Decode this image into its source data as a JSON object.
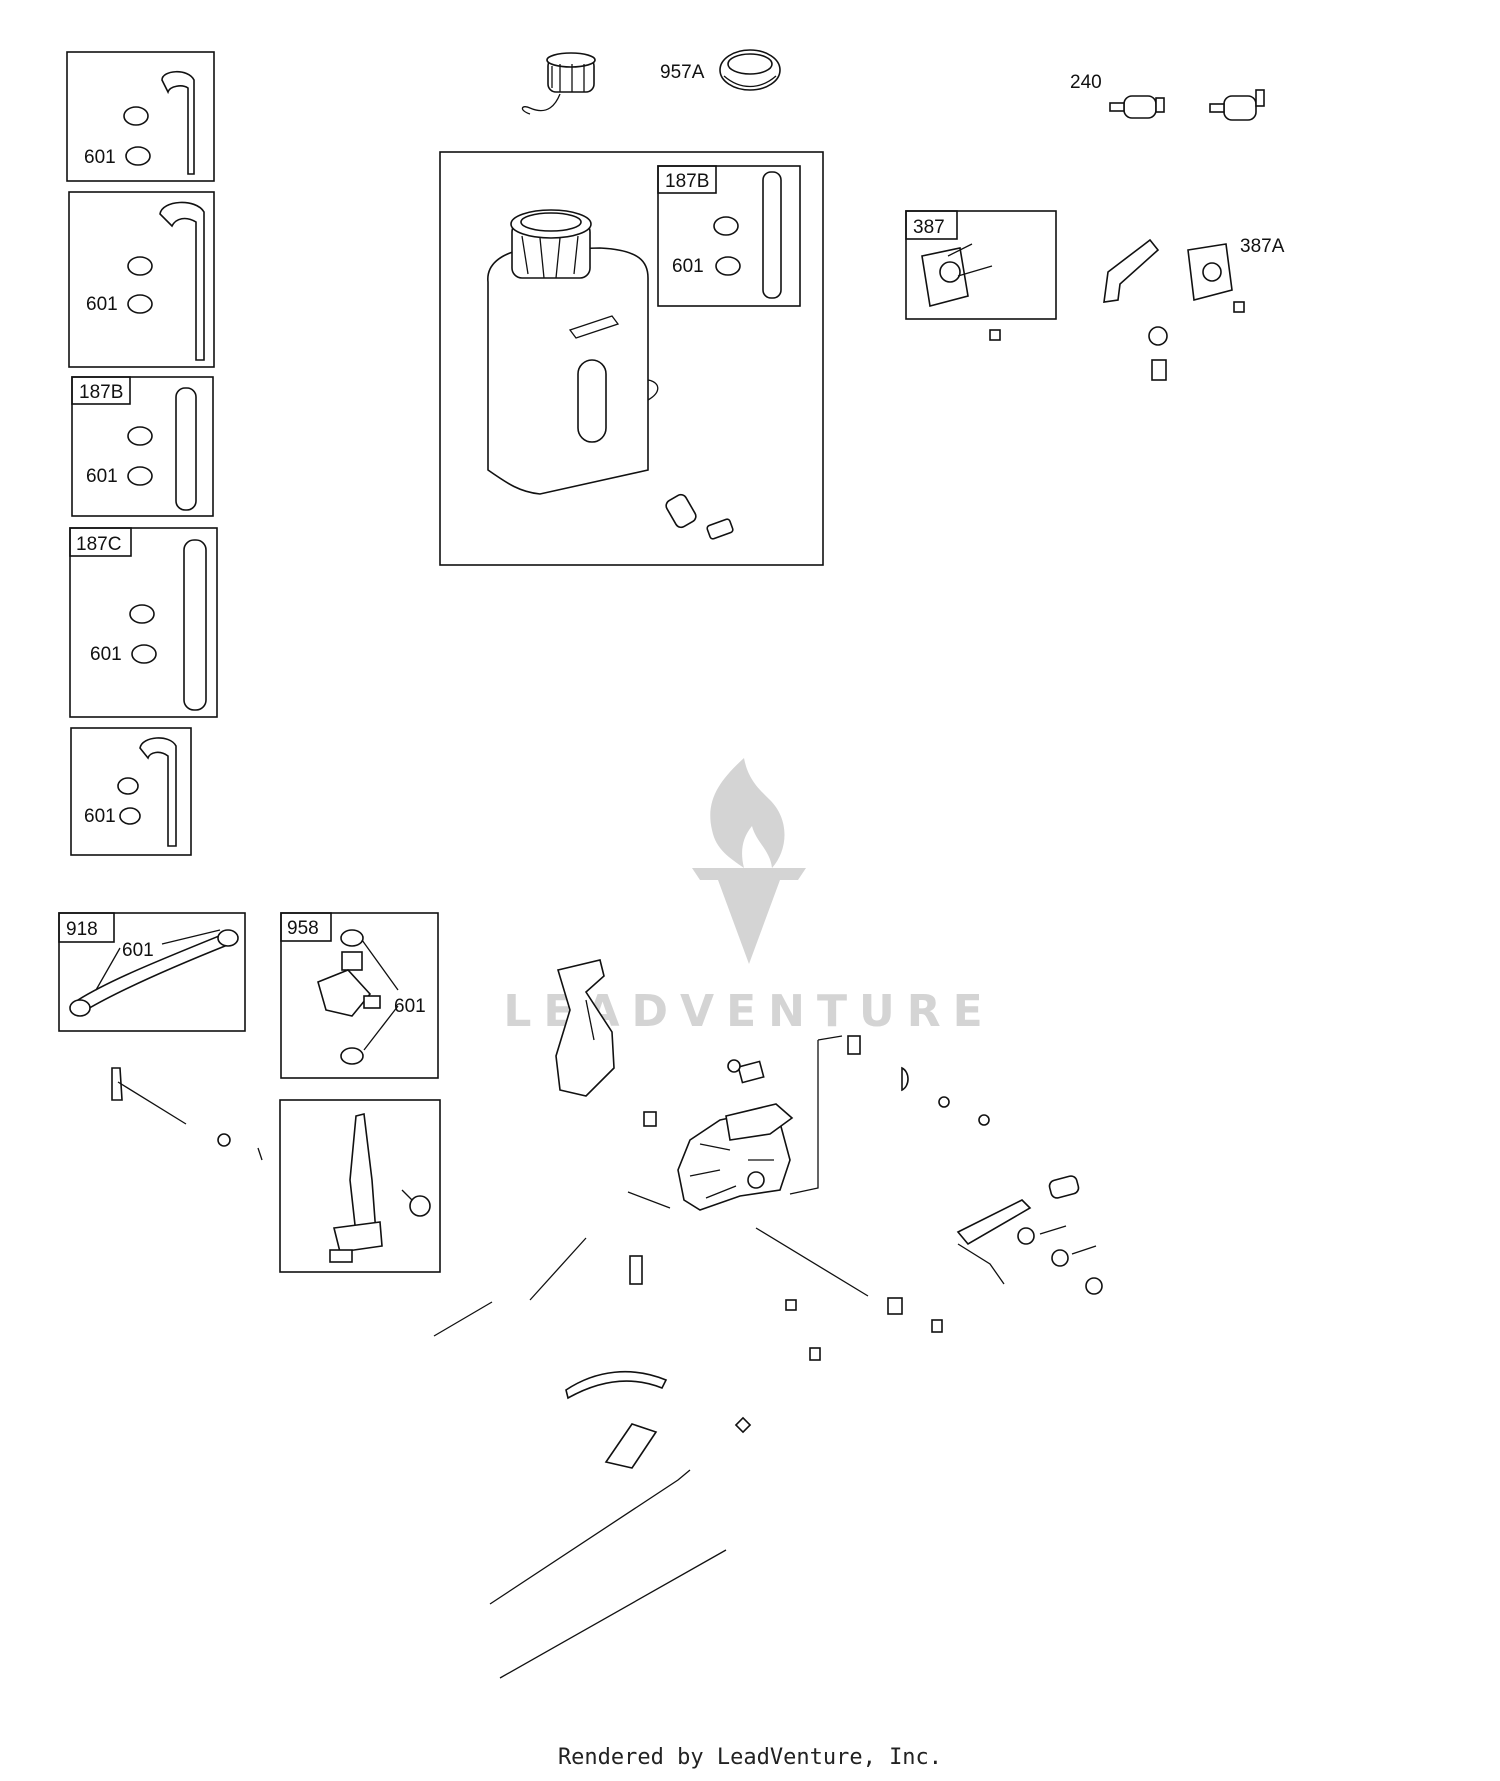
{
  "watermark": {
    "text": "LEADVENTURE"
  },
  "footer": {
    "text": "Rendered by LeadVenture, Inc."
  },
  "labels": {
    "cap_957A": "957A",
    "filter_240": "240",
    "box_187B_tank": "187B",
    "clamp_601_tank": "601",
    "box_387": "387",
    "label_387A": "387A",
    "hose_a_601": "601",
    "hose_b_601": "601",
    "box_187B_left": "187B",
    "box_187B_left_601": "601",
    "box_187C": "187C",
    "box_187C_601": "601",
    "hose_e_601": "601",
    "box_918": "918",
    "box_918_601": "601",
    "box_958": "958",
    "box_958_601": "601"
  }
}
